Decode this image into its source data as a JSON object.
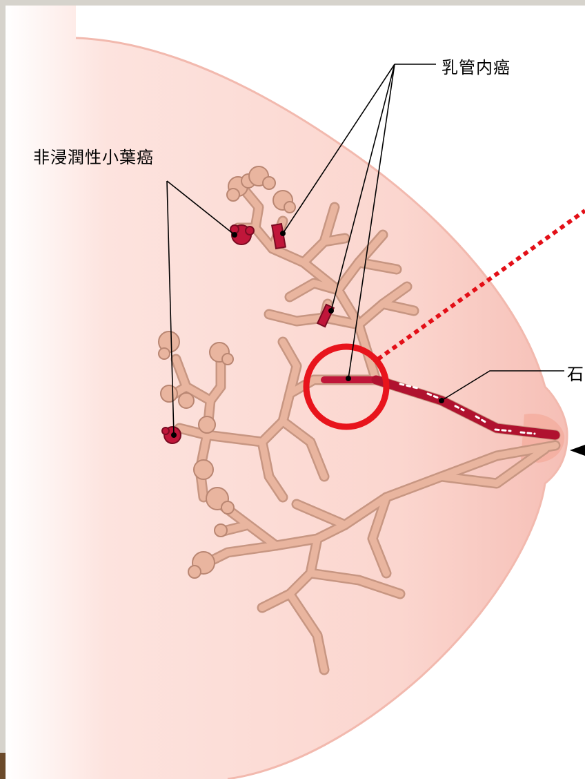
{
  "labels": {
    "ductal_carcinoma": "乳管内癌",
    "lobular_carcinoma": "非浸潤性小葉癌",
    "calcification_partial": "石"
  },
  "colors": {
    "tissue": "#f9d3cd",
    "tissue_light": "#fff1ee",
    "duct": "#e9b7a1",
    "duct_edge": "#b98672",
    "cancer": "#c0163a",
    "highlight": "#e8141c",
    "dotted": "#e30f17"
  }
}
